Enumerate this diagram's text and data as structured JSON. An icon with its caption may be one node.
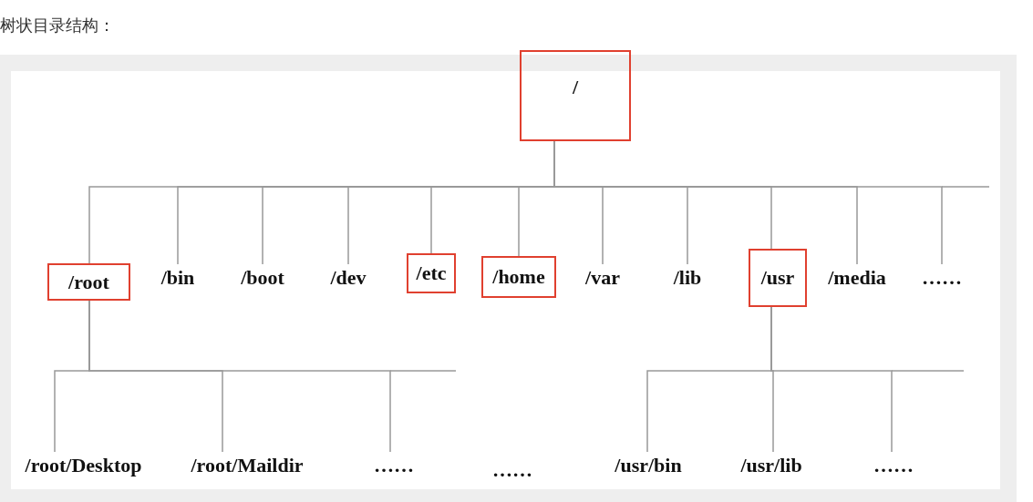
{
  "diagram": {
    "title": "树状目录结构：",
    "nodes": [
      {
        "text": [
          "/"
        ]
      },
      {
        "text": [
          "/root"
        ]
      },
      {
        "text": [
          "/bin"
        ]
      },
      {
        "text": [
          "/boot"
        ]
      },
      {
        "text": [
          "/dev"
        ]
      },
      {
        "text": [
          "/etc"
        ]
      },
      {
        "text": [
          "/home"
        ]
      },
      {
        "text": [
          "/var"
        ]
      },
      {
        "text": [
          "/lib"
        ]
      },
      {
        "text": [
          "/usr"
        ]
      },
      {
        "text": [
          "/media"
        ]
      },
      {
        "text": [
          "……"
        ]
      },
      {
        "text": [
          "/root/Desktop"
        ]
      },
      {
        "text": [
          "/root/Maildir"
        ]
      },
      {
        "text": [
          "……"
        ]
      },
      {
        "text": [
          "/usr/bin"
        ]
      },
      {
        "text": [
          "/usr/lib"
        ]
      },
      {
        "text": [
          "……"
        ]
      }
    ],
    "edges": [
      {
        "from": 0,
        "to": 1,
        "arrow": "none"
      },
      {
        "from": 0,
        "to": 2,
        "arrow": "none"
      },
      {
        "from": 0,
        "to": 3,
        "arrow": "none"
      },
      {
        "from": 0,
        "to": 4,
        "arrow": "none"
      },
      {
        "from": 0,
        "to": 5,
        "arrow": "none"
      },
      {
        "from": 0,
        "to": 6,
        "arrow": "none"
      },
      {
        "from": 0,
        "to": 7,
        "arrow": "none"
      },
      {
        "from": 0,
        "to": 8,
        "arrow": "none"
      },
      {
        "from": 0,
        "to": 9,
        "arrow": "none"
      },
      {
        "from": 0,
        "to": 10,
        "arrow": "none"
      },
      {
        "from": 0,
        "to": 11,
        "arrow": "none"
      },
      {
        "from": 1,
        "to": 12,
        "arrow": "none"
      },
      {
        "from": 1,
        "to": 13,
        "arrow": "none"
      },
      {
        "from": 1,
        "to": 14,
        "arrow": "none"
      },
      {
        "from": 9,
        "to": 15,
        "arrow": "none"
      },
      {
        "from": 9,
        "to": 16,
        "arrow": "none"
      },
      {
        "from": 9,
        "to": 17,
        "arrow": "none"
      }
    ],
    "labels": [
      "……"
    ]
  }
}
